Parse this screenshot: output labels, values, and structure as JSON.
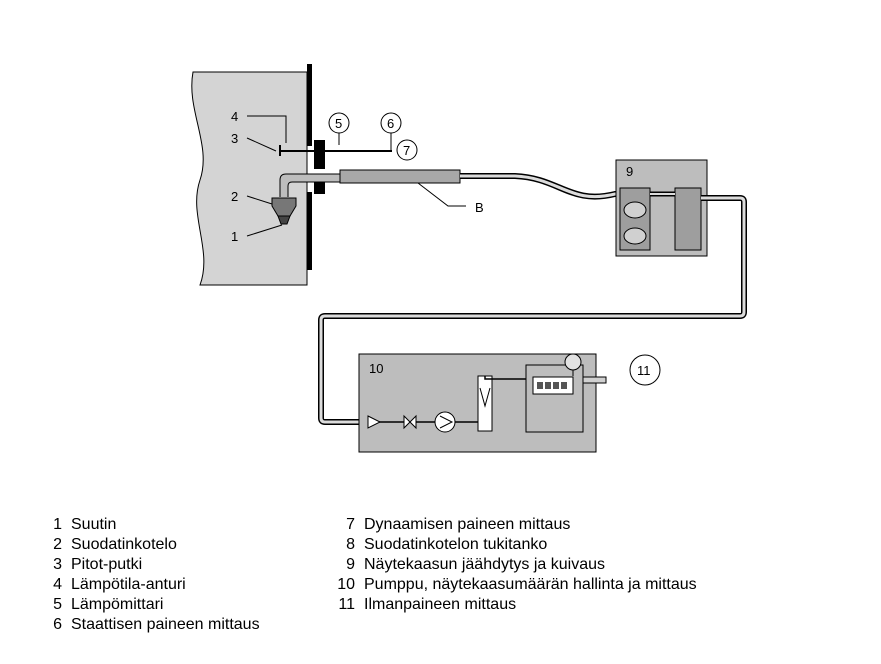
{
  "diagram": {
    "labels": {
      "l1": "1",
      "l2": "2",
      "l3": "3",
      "l4": "4",
      "l5": "5",
      "l6": "6",
      "l7": "7",
      "l9": "9",
      "l10": "10",
      "l11": "11",
      "lB": "B"
    }
  },
  "legend": {
    "left": [
      {
        "num": "1",
        "text": "Suutin"
      },
      {
        "num": "2",
        "text": "Suodatinkotelo"
      },
      {
        "num": "3",
        "text": "Pitot-putki"
      },
      {
        "num": "4",
        "text": "Lämpötila-anturi"
      },
      {
        "num": "5",
        "text": "Lämpömittari"
      },
      {
        "num": "6",
        "text": "Staattisen paineen mittaus"
      }
    ],
    "right": [
      {
        "num": "7",
        "text": "Dynaamisen paineen mittaus"
      },
      {
        "num": "8",
        "text": "Suodatinkotelon tukitanko"
      },
      {
        "num": "9",
        "text": "Näytekaasun jäähdytys ja kuivaus"
      },
      {
        "num": "10",
        "text": "Pumppu, näytekaasumäärän hallinta ja mittaus"
      },
      {
        "num": "11",
        "text": "Ilmanpaineen mittaus"
      }
    ]
  }
}
